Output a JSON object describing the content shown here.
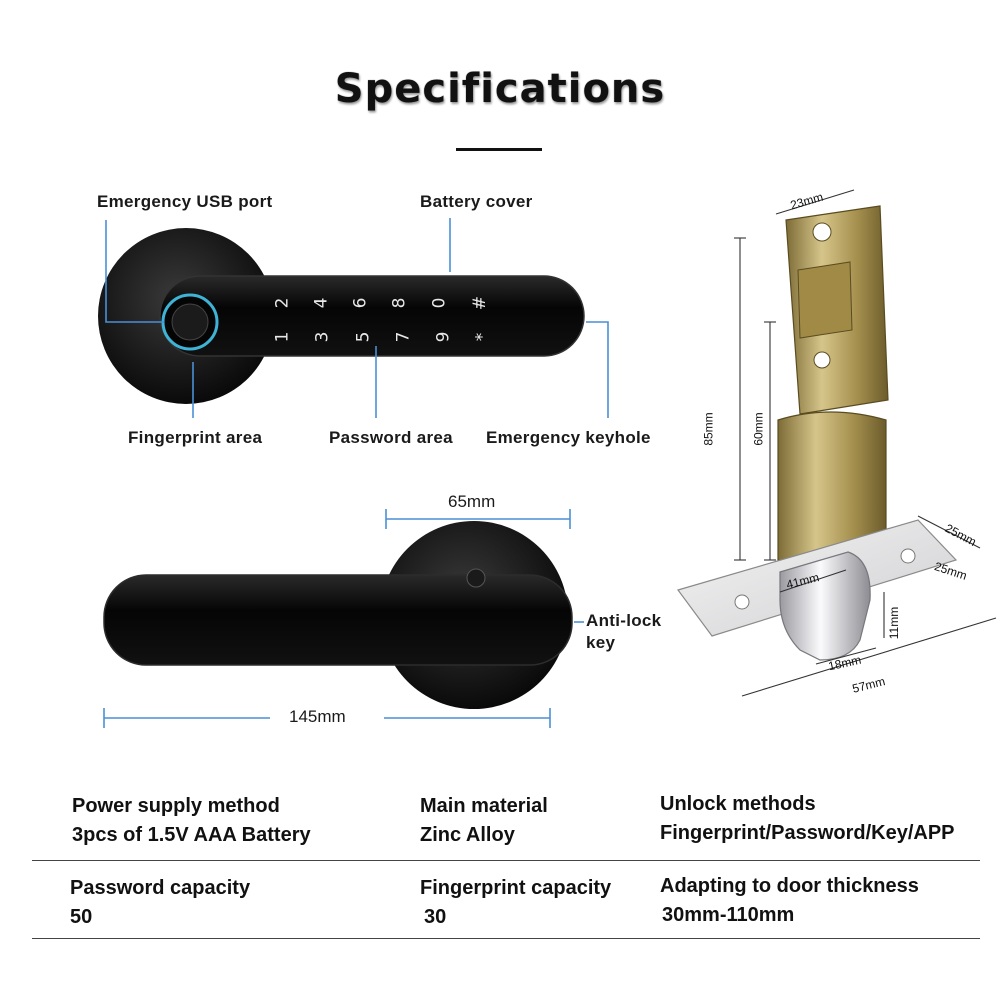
{
  "title": "Specifications",
  "callouts": {
    "usb_port": "Emergency USB port",
    "battery_cover": "Battery cover",
    "fingerprint_area": "Fingerprint area",
    "password_area": "Password area",
    "emergency_keyhole": "Emergency keyhole",
    "anti_lock_line1": "Anti-lock",
    "anti_lock_line2": "key"
  },
  "keypad": {
    "top_row": [
      "2",
      "4",
      "6",
      "8",
      "0",
      "#"
    ],
    "bottom_row": [
      "1",
      "3",
      "5",
      "7",
      "9",
      "*"
    ]
  },
  "dimensions": {
    "handle_width": "65mm",
    "handle_length": "145mm",
    "latch": {
      "top_width": "23mm",
      "total_height": "85mm",
      "backset_height": "60mm",
      "plate_depth_top": "25mm",
      "plate_depth_side": "25mm",
      "bolt_width": "41mm",
      "bolt_height": "11mm",
      "bolt_depth": "18mm",
      "plate_length": "57mm"
    }
  },
  "specs": [
    {
      "label": "Power supply method",
      "value": "3pcs of 1.5V AAA Battery"
    },
    {
      "label": "Main material",
      "value": "Zinc Alloy"
    },
    {
      "label": "Unlock methods",
      "value": "Fingerprint/Password/Key/APP"
    },
    {
      "label": "Password capacity",
      "value": "50"
    },
    {
      "label": "Fingerprint capacity",
      "value": "30"
    },
    {
      "label": "Adapting to door thickness",
      "value": "30mm-110mm"
    }
  ],
  "colors": {
    "callout_line": "#4a8fd6",
    "lock_body": "#0c0c0c",
    "fingerprint_ring": "#3fb3d6",
    "latch_brass": "#b7a15e",
    "latch_chrome": "#e4e4e8"
  }
}
